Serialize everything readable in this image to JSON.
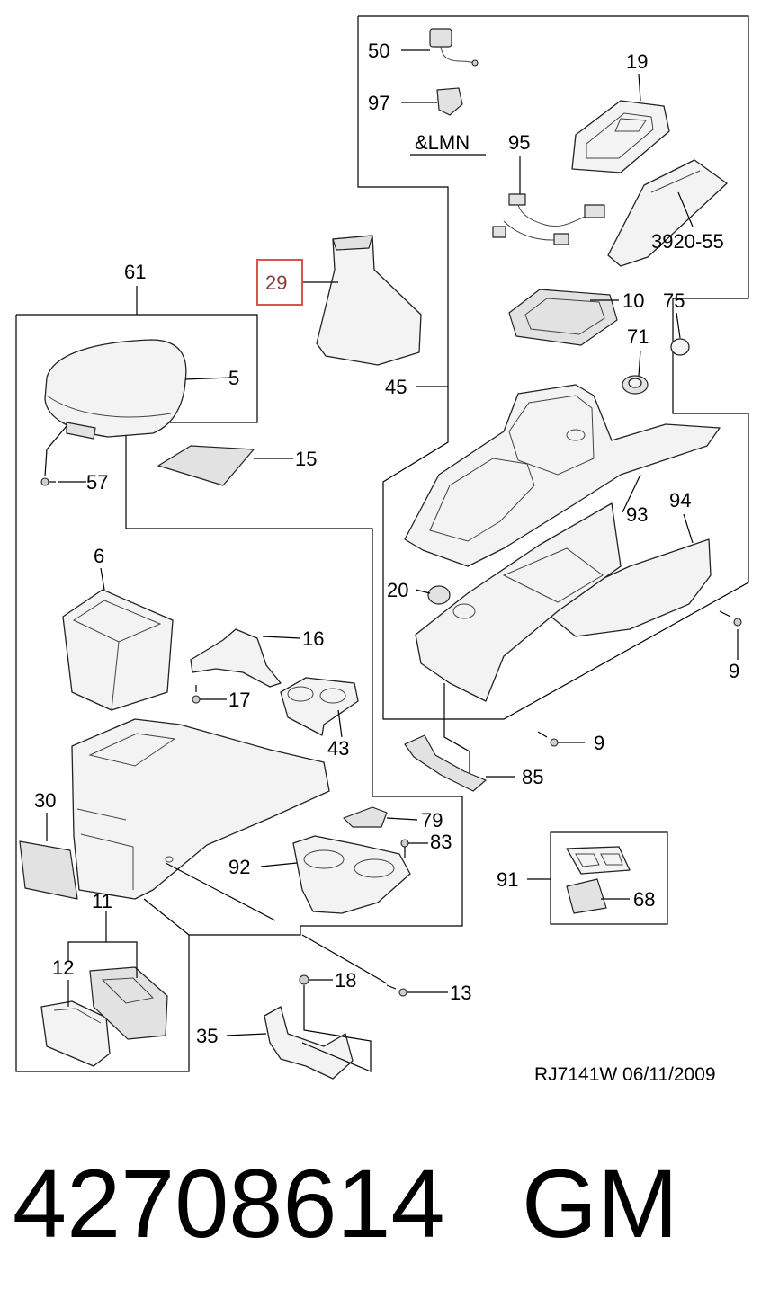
{
  "callouts": {
    "c50": "50",
    "c97": "97",
    "c_lmn": "&LMN",
    "c19": "19",
    "c95": "95",
    "c3920_55": "3920-55",
    "c29": "29",
    "c61": "61",
    "c10": "10",
    "c75": "75",
    "c71": "71",
    "c5": "5",
    "c45": "45",
    "c15": "15",
    "c57": "57",
    "c93": "93",
    "c94": "94",
    "c6": "6",
    "c20": "20",
    "c16": "16",
    "c9a": "9",
    "c17": "17",
    "c43": "43",
    "c9b": "9",
    "c85": "85",
    "c30": "30",
    "c79": "79",
    "c83": "83",
    "c92": "92",
    "c91": "91",
    "c68": "68",
    "c11": "11",
    "c12": "12",
    "c18": "18",
    "c13": "13",
    "c35": "35"
  },
  "highlighted_callout": "29",
  "highlight_color": "#d9534f",
  "footer": {
    "drawing_ref": "RJ7141W  06/11/2009"
  },
  "part_number": "42708614",
  "brand": "GM"
}
